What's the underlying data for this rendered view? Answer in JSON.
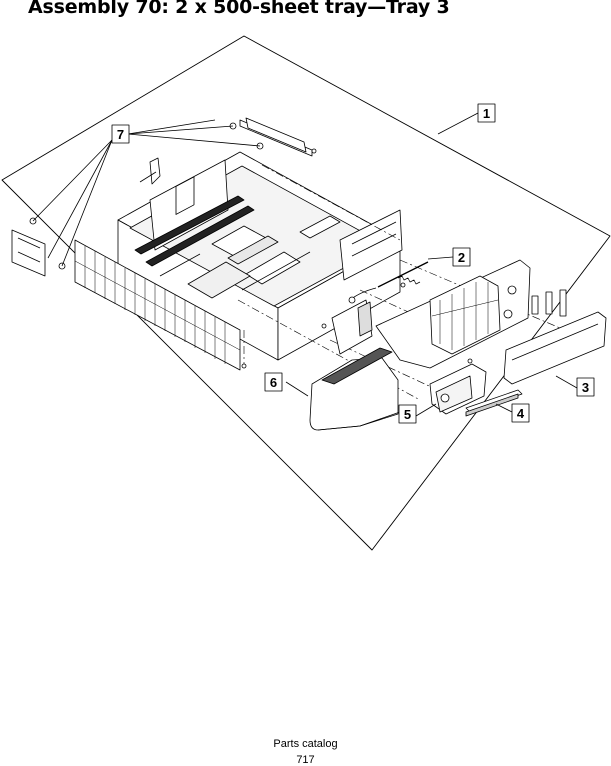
{
  "header": {
    "title": "Assembly 70: 2 x 500-sheet tray—Tray 3"
  },
  "callouts": [
    {
      "label": "1"
    },
    {
      "label": "2"
    },
    {
      "label": "3"
    },
    {
      "label": "4"
    },
    {
      "label": "5"
    },
    {
      "label": "6"
    },
    {
      "label": "7"
    }
  ],
  "footer": {
    "text": "Parts catalog",
    "page_number": "717"
  }
}
